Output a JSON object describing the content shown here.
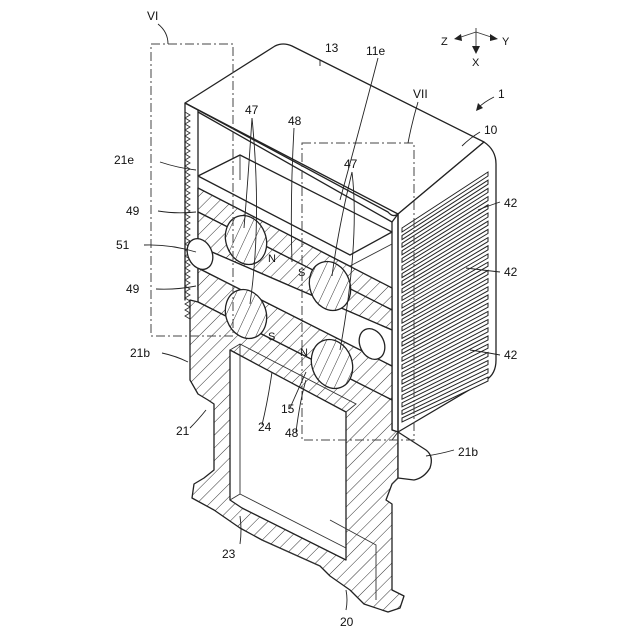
{
  "axes": {
    "z": "Z",
    "y": "Y",
    "x": "X"
  },
  "section_marks": {
    "vi": "VI",
    "vii": "VII"
  },
  "refs": {
    "r1": "1",
    "r10": "10",
    "r13": "13",
    "r11e": "11e",
    "r21e": "21e",
    "r49_top": "49",
    "r49_bottom": "49",
    "r51": "51",
    "r47_left": "47",
    "r47_right": "47",
    "r48_top": "48",
    "r48_bottom": "48",
    "r42_a": "42",
    "r42_b": "42",
    "r42_c": "42",
    "r21b_left": "21b",
    "r21b_right": "21b",
    "r21": "21",
    "r24": "24",
    "r15": "15",
    "r23": "23",
    "r20": "20"
  },
  "poles": {
    "n1": "N",
    "s1": "S",
    "s2": "S",
    "n2": "N"
  },
  "colors": {
    "line": "#222222",
    "background": "#ffffff"
  }
}
